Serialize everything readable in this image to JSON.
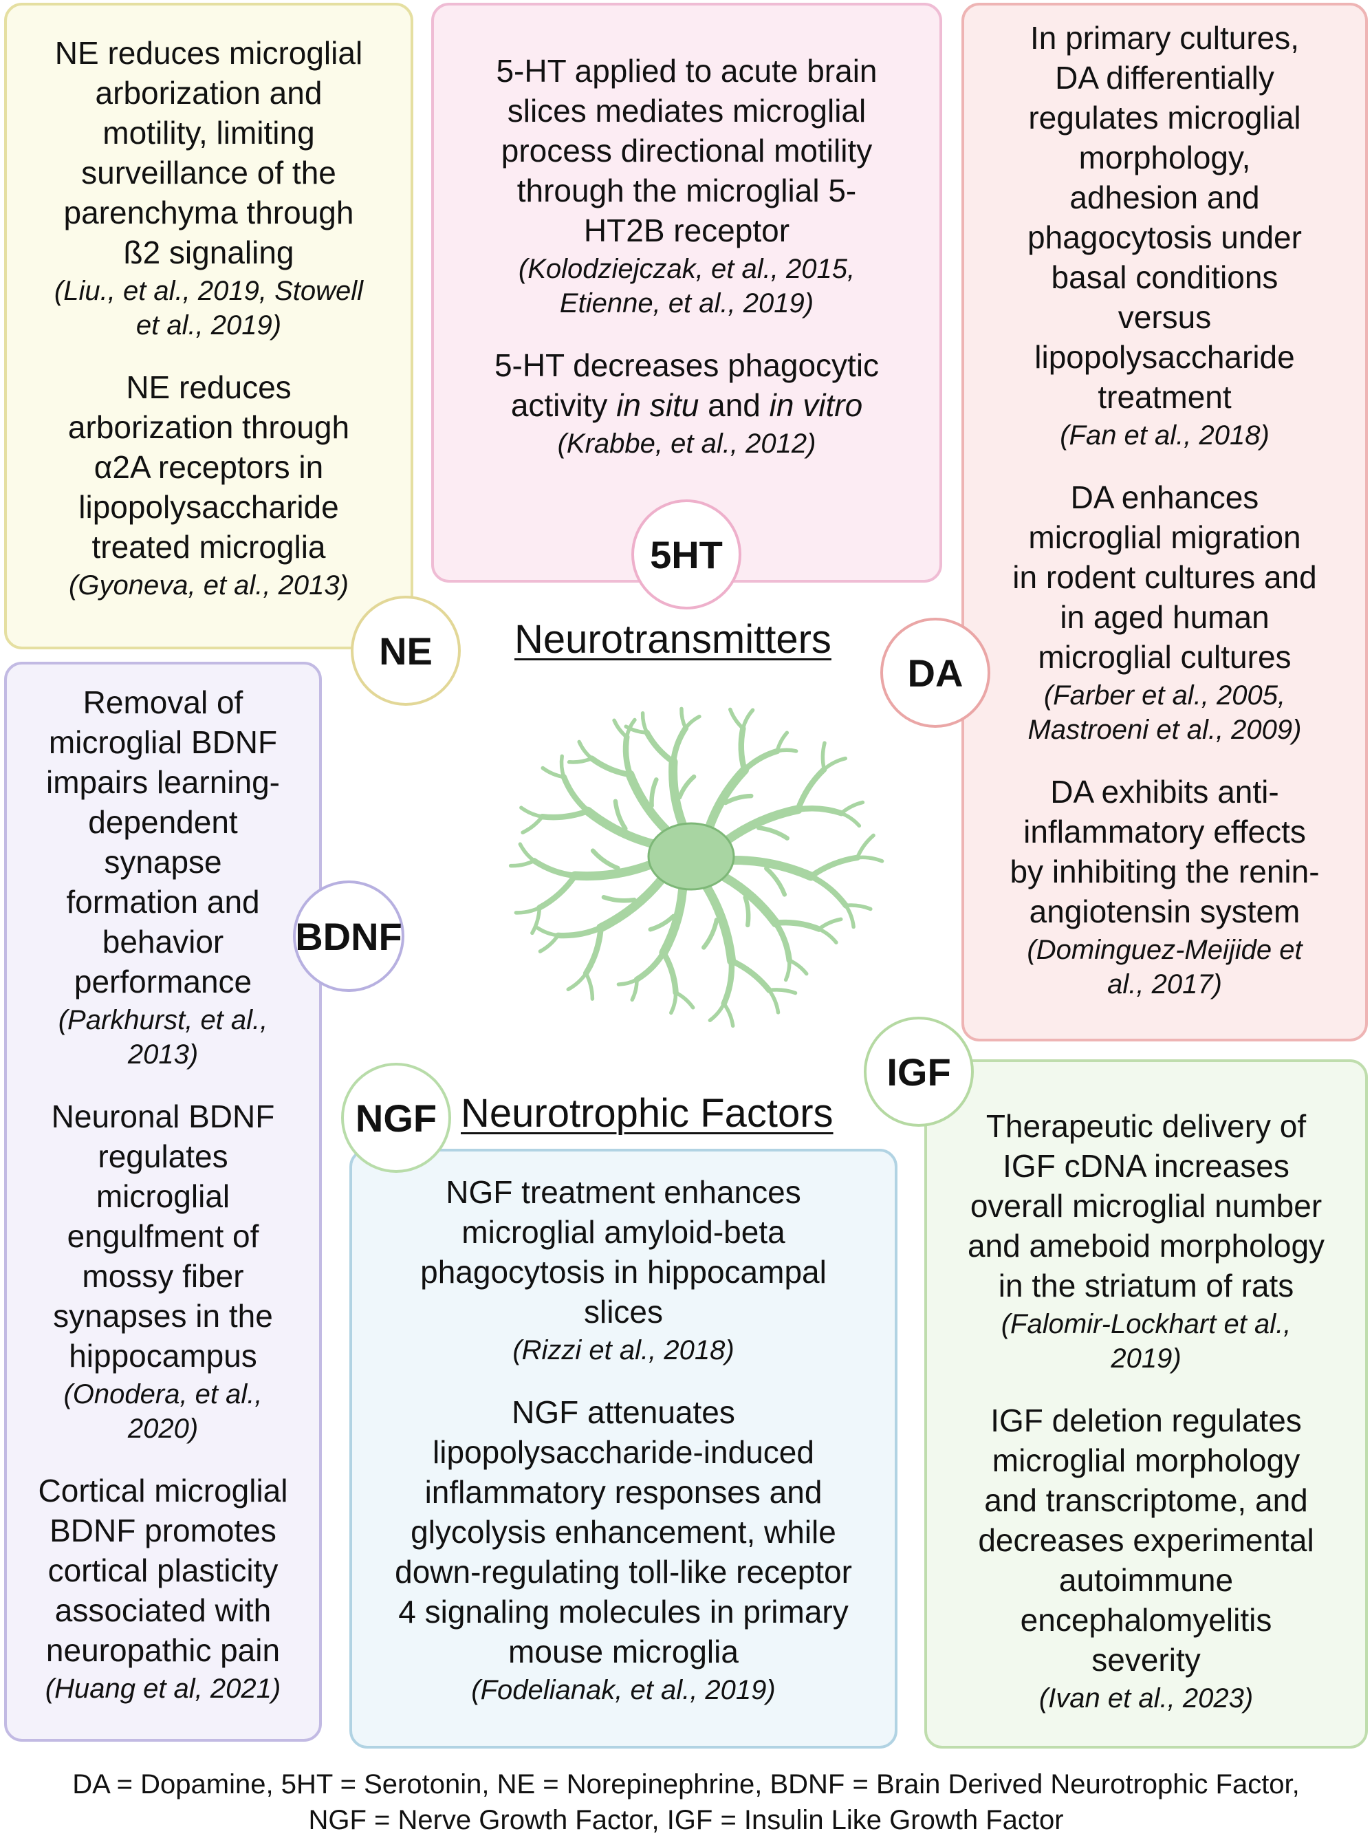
{
  "headings": {
    "neurotransmitters": "Neurotransmitters",
    "neurotrophic_factors": "Neurotrophic Factors"
  },
  "circles": {
    "ne": "NE",
    "ht5": "5HT",
    "da": "DA",
    "bdnf": "BDNF",
    "ngf": "NGF",
    "igf": "IGF"
  },
  "boxes": {
    "ne": [
      {
        "lines": [
          "NE reduces microglial",
          "arborization and",
          "motility, limiting",
          "surveillance of the",
          "parenchyma through",
          "ß2 signaling"
        ],
        "cite": [
          "(Liu., et al., 2019, Stowell",
          "et al., 2019)"
        ]
      },
      {
        "lines": [
          "NE reduces",
          "arborization through",
          "α2A receptors in",
          "lipopolysaccharide",
          "treated microglia"
        ],
        "cite": [
          "(Gyoneva, et al., 2013)"
        ]
      }
    ],
    "ht5": [
      {
        "lines": [
          "5-HT applied to acute brain",
          "slices mediates microglial",
          "process directional motility",
          "through the microglial 5-",
          "HT2B receptor"
        ],
        "cite": [
          "(Kolodziejczak, et al., 2015,",
          "Etienne, et al., 2019)"
        ]
      },
      {
        "lines": [
          "5-HT decreases phagocytic"
        ],
        "rich": {
          "pre": "activity ",
          "it1": "in situ",
          "mid": " and ",
          "it2": "in vitro"
        },
        "cite": [
          "(Krabbe, et al., 2012)"
        ]
      }
    ],
    "da": [
      {
        "lines": [
          "In primary cultures,",
          "DA differentially",
          "regulates microglial",
          "morphology,",
          "adhesion and",
          "phagocytosis  under",
          "basal conditions",
          "versus",
          "lipopolysaccharide",
          "treatment"
        ],
        "cite": [
          "(Fan et al., 2018)"
        ]
      },
      {
        "lines": [
          "DA enhances",
          "microglial migration",
          "in rodent cultures and",
          "in aged human",
          "microglial cultures"
        ],
        "cite": [
          "(Farber et al., 2005,",
          "Mastroeni et al., 2009)"
        ]
      },
      {
        "lines": [
          "DA exhibits anti-",
          "inflammatory effects",
          "by inhibiting the renin-",
          "angiotensin system"
        ],
        "cite": [
          "(Dominguez-Meijide et",
          "al., 2017)"
        ]
      }
    ],
    "bdnf": [
      {
        "lines": [
          "Removal of",
          "microglial BDNF",
          "impairs learning-",
          "dependent",
          "synapse",
          "formation and",
          "behavior",
          "performance"
        ],
        "cite": [
          "(Parkhurst, et al.,",
          "2013)"
        ]
      },
      {
        "lines": [
          "Neuronal BDNF",
          "regulates",
          "microglial",
          "engulfment of",
          "mossy fiber",
          "synapses in the",
          "hippocampus"
        ],
        "cite": [
          "(Onodera, et al.,",
          "2020)"
        ]
      },
      {
        "lines": [
          "Cortical microglial",
          "BDNF promotes",
          "cortical plasticity",
          "associated with",
          "neuropathic pain"
        ],
        "cite": [
          "(Huang et al, 2021)"
        ]
      }
    ],
    "ngf": [
      {
        "lines": [
          "NGF treatment enhances",
          "microglial amyloid-beta",
          "phagocytosis in hippocampal",
          "slices"
        ],
        "cite": [
          "(Rizzi et al., 2018)"
        ]
      },
      {
        "lines": [
          "NGF attenuates",
          "lipopolysaccharide-induced",
          "inflammatory responses and",
          "glycolysis enhancement, while",
          "down-regulating toll-like receptor",
          "4 signaling molecules in primary",
          "mouse microglia"
        ],
        "cite": [
          "(Fodelianak, et al., 2019)"
        ]
      }
    ],
    "igf": [
      {
        "lines": [
          "Therapeutic delivery of",
          "IGF cDNA increases",
          "overall microglial number",
          "and ameboid morphology",
          "in the striatum of rats"
        ],
        "cite": [
          "(Falomir-Lockhart et al.,",
          "2019)"
        ]
      },
      {
        "lines": [
          "IGF deletion regulates",
          "microglial morphology",
          "and transcriptome, and",
          "decreases experimental",
          "autoimmune",
          "encephalomyelitis",
          "severity"
        ],
        "cite": [
          "(Ivan et al., 2023)"
        ]
      }
    ]
  },
  "footer": {
    "line1": "DA = Dopamine, 5HT = Serotonin, NE = Norepinephrine, BDNF = Brain Derived Neurotrophic Factor,",
    "line2": "NGF = Nerve Growth Factor, IGF = Insulin Like Growth Factor"
  },
  "colors": {
    "microglia_fill": "#a8d5a2",
    "microglia_stroke": "#7db777"
  }
}
